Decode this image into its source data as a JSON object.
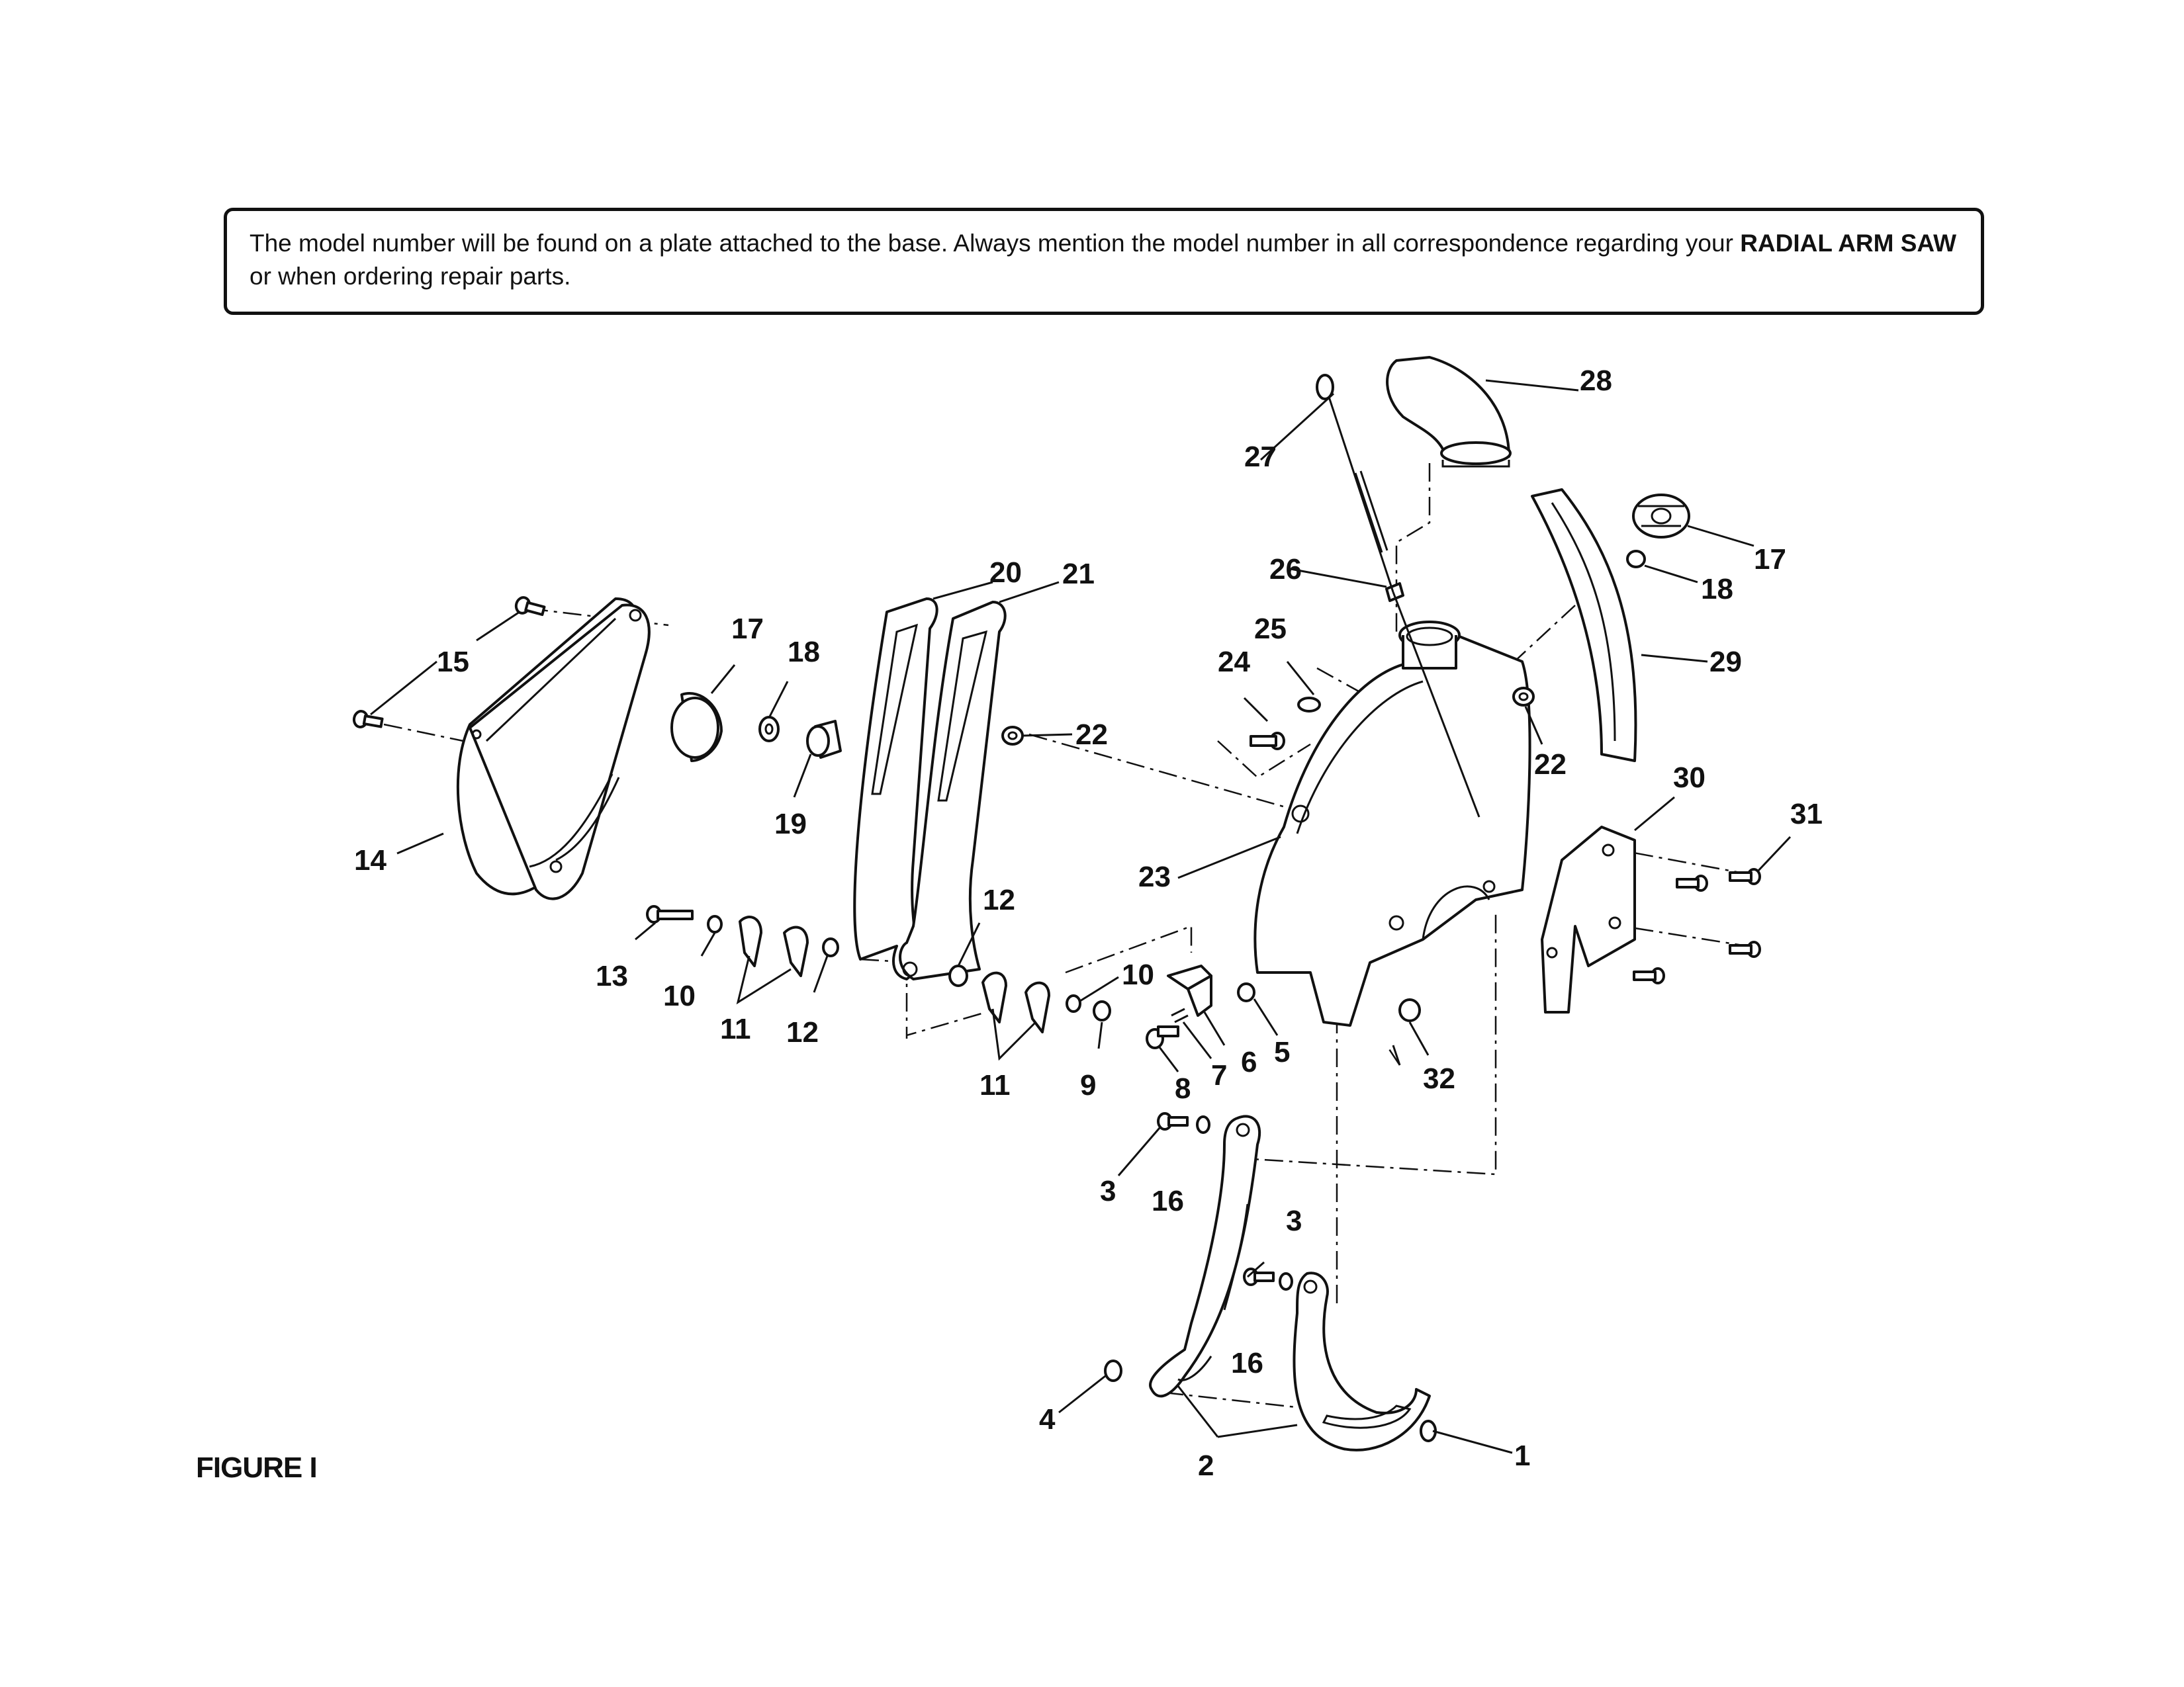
{
  "notice": {
    "text_before": "The model number will be found on a plate attached to the base. Always mention the model number in all correspondence regarding your ",
    "bold_text": "RADIAL ARM SAW",
    "text_after": " or when ordering repair parts."
  },
  "figure_label": "FIGURE I",
  "callouts": {
    "c1": "1",
    "c2": "2",
    "c3a": "3",
    "c3b": "3",
    "c4": "4",
    "c5": "5",
    "c6": "6",
    "c7": "7",
    "c8": "8",
    "c9": "9",
    "c10a": "10",
    "c10b": "10",
    "c11a": "11",
    "c11b": "11",
    "c12a": "12",
    "c12b": "12",
    "c13": "13",
    "c14": "14",
    "c15": "15",
    "c16a": "16",
    "c16b": "16",
    "c17a": "17",
    "c17b": "17",
    "c18a": "18",
    "c18b": "18",
    "c19": "19",
    "c20": "20",
    "c21": "21",
    "c22a": "22",
    "c22b": "22",
    "c23": "23",
    "c24": "24",
    "c25": "25",
    "c26": "26",
    "c27": "27",
    "c28": "28",
    "c29": "29",
    "c30": "30",
    "c31": "31",
    "c32": "32"
  }
}
